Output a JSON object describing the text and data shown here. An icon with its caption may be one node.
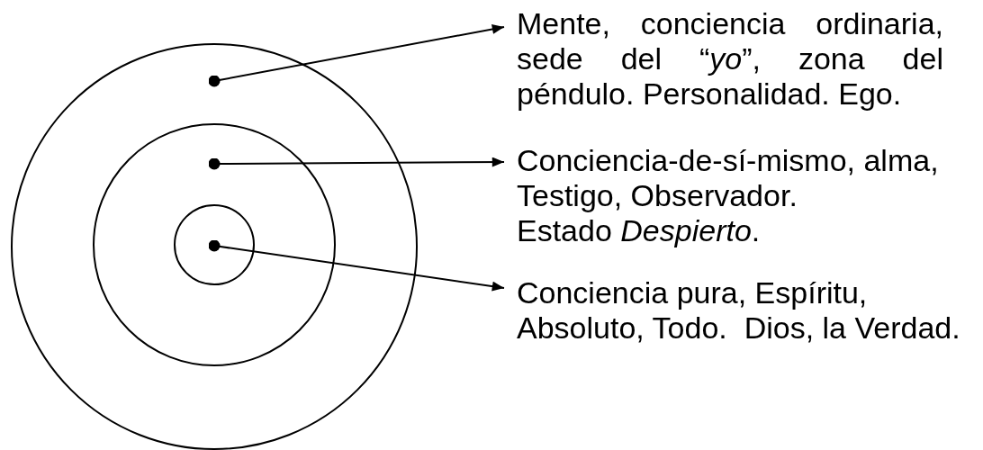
{
  "diagram": {
    "nodes": [
      {
        "text": [],
        "shape": "circle"
      },
      {
        "text": [],
        "shape": "circle",
        "in": 0
      },
      {
        "text": [],
        "shape": "circle",
        "in": 1
      },
      {
        "text": [
          "Mente, conciencia ordinaria, sede del “*yo*”, zona del péndulo. Personalidad. Ego."
        ]
      },
      {
        "text": [
          "Conciencia-de-sí-mismo, alma, Testigo, Observador.",
          "Estado *Despierto*."
        ]
      },
      {
        "text": [
          "Conciencia pura, Espíritu, Absoluto, Todo.  Dios, la Verdad."
        ]
      }
    ],
    "edges": [
      {
        "from": 0,
        "to": 3,
        "arrow": "to"
      },
      {
        "from": 1,
        "to": 4,
        "arrow": "to"
      },
      {
        "from": 2,
        "to": 5,
        "arrow": "to"
      }
    ]
  }
}
